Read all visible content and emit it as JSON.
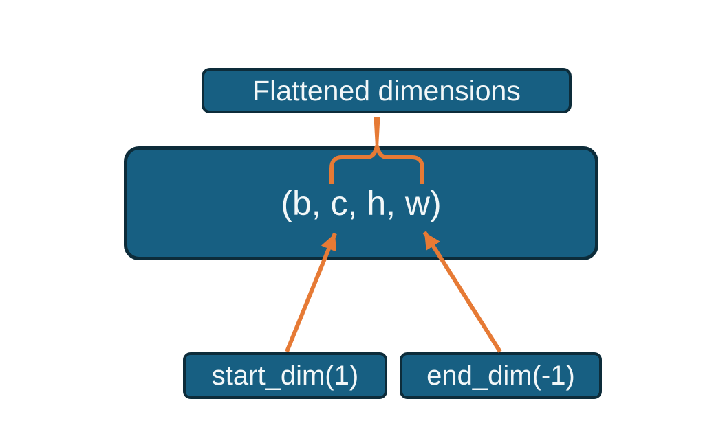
{
  "diagram": {
    "title_box": {
      "label": "Flattened dimensions"
    },
    "main_box": {
      "label": "(b, c, h, w)"
    },
    "bottom_boxes": [
      {
        "label": "start_dim(1)"
      },
      {
        "label": "end_dim(-1)"
      }
    ],
    "connectors": {
      "brace": "curly brace spanning dims c..w, pointing up to title box",
      "arrow_left_target": "c",
      "arrow_right_target": "w"
    },
    "colors": {
      "background": "#ffffff",
      "box_fill": "#175F82",
      "box_border": "#0D2C3A",
      "accent_orange": "#E67A35",
      "text": "#F2F7F8"
    }
  }
}
